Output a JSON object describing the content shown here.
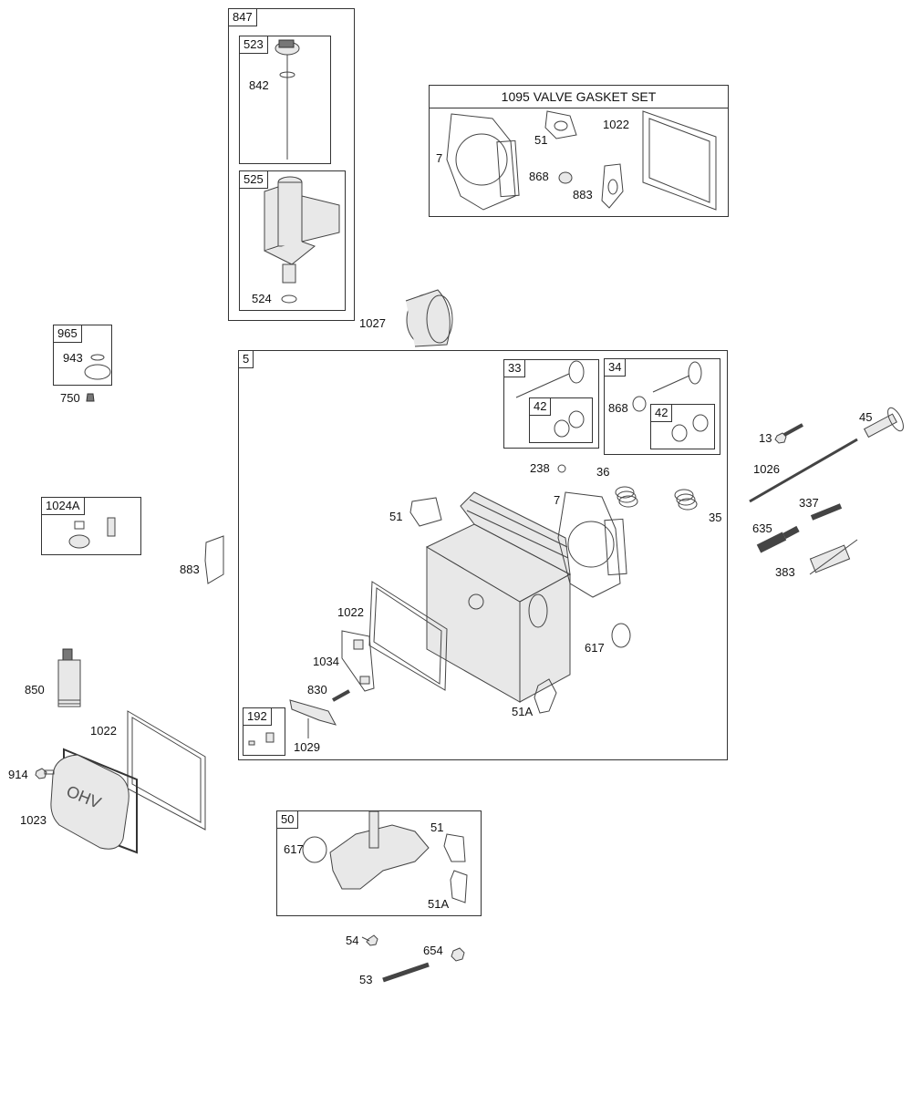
{
  "diagram": {
    "type": "exploded-parts-diagram",
    "subject": "OHV engine cylinder head assembly"
  },
  "groups": {
    "dipstick_tube_kit": {
      "tag": "847"
    },
    "dipstick": {
      "tag": "523",
      "parts": [
        "842"
      ]
    },
    "dipstick_tube": {
      "tag": "525",
      "parts": [
        "524"
      ]
    },
    "valve_gasket_set": {
      "title": "1095 VALVE GASKET SET",
      "parts": [
        "7",
        "51",
        "1022",
        "868",
        "883"
      ]
    },
    "breather_kit": {
      "tag": "965",
      "parts": [
        "943"
      ]
    },
    "kit_1024a": {
      "tag": "1024A"
    },
    "cylinder_head_assembly": {
      "tag": "5",
      "parts": [
        "238",
        "36",
        "7",
        "35",
        "51",
        "1022",
        "1034",
        "830",
        "1029",
        "617",
        "51A"
      ]
    },
    "exhaust_valve": {
      "tag": "33"
    },
    "exhaust_valve_keepers": {
      "tag": "42"
    },
    "intake_valve": {
      "tag": "34",
      "parts": [
        "868"
      ]
    },
    "intake_valve_keepers": {
      "tag": "42"
    },
    "breather_kit_192": {
      "tag": "192"
    },
    "intake_manifold": {
      "tag": "50",
      "parts": [
        "617",
        "51",
        "51A"
      ]
    }
  },
  "labels": {
    "l842": "842",
    "l524": "524",
    "l1027": "1027",
    "vg7": "7",
    "vg51": "51",
    "vg1022": "1022",
    "vg868": "868",
    "vg883": "883",
    "l943": "943",
    "l750": "750",
    "l883": "883",
    "l850": "850",
    "l1022": "1022",
    "l914": "914",
    "l1023": "1023",
    "h868": "868",
    "h238": "238",
    "h36": "36",
    "h7": "7",
    "h35": "35",
    "h51": "51",
    "h1022": "1022",
    "h1034": "1034",
    "h830": "830",
    "h1029": "1029",
    "h617": "617",
    "h51A": "51A",
    "l13": "13",
    "l45": "45",
    "l1026": "1026",
    "l337": "337",
    "l635": "635",
    "l383": "383",
    "m617": "617",
    "m51": "51",
    "m51A": "51A",
    "l54": "54",
    "l654": "654",
    "l53": "53"
  },
  "art_text": {
    "cover_logo": "OHV"
  }
}
